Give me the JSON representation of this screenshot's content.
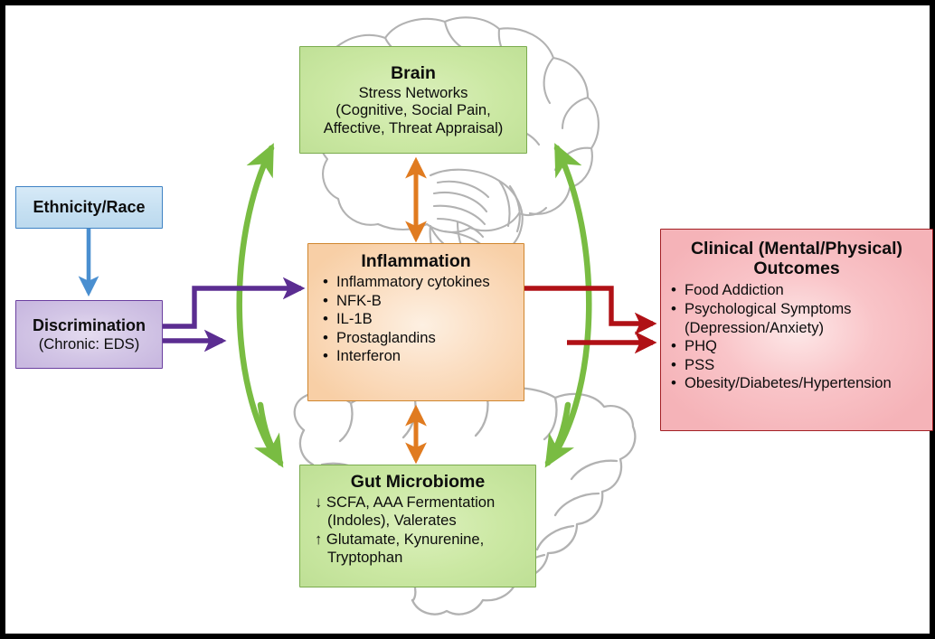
{
  "figure": {
    "kind": "conceptual-pathway-diagram",
    "border_color": "#000000",
    "background": "#ffffff"
  },
  "nodes": {
    "ethnicity": {
      "title": "Ethnicity/Race",
      "fill": "#c6e0f2",
      "border": "#3e82c4"
    },
    "discrimination": {
      "title": "Discrimination",
      "subtitle": "(Chronic: EDS)",
      "fill": "#d3c6e6",
      "border": "#6b3fa0"
    },
    "brain": {
      "title": "Brain",
      "line1": "Stress Networks",
      "line2": "(Cognitive, Social Pain,",
      "line3": "Affective, Threat Appraisal)",
      "fill": "#cbe8a3",
      "border": "#7aab4e"
    },
    "inflammation": {
      "title": "Inflammation",
      "items": [
        "Inflammatory cytokines",
        "NFK-B",
        "IL-1B",
        "Prostaglandins",
        "Interferon"
      ],
      "fill": "#fbdfc4",
      "border": "#d0862e"
    },
    "gut": {
      "title": "Gut Microbiome",
      "down_arrow": "↓",
      "up_arrow": "↑",
      "down_line1": "SCFA, AAA Fermentation",
      "down_line2": "(Indoles), Valerates",
      "up_line1": "Glutamate, Kynurenine,",
      "up_line2": "Tryptophan",
      "fill": "#cbe8a3",
      "border": "#7aab4e"
    },
    "clinical": {
      "title_line1": "Clinical (Mental/Physical)",
      "title_line2": "Outcomes",
      "items": [
        "Food Addiction",
        "Psychological Symptoms",
        "(Depression/Anxiety)",
        "PHQ",
        "PSS",
        "Obesity/Diabetes/Hypertension"
      ],
      "fill": "#f9c4c8",
      "border": "#a32025"
    }
  },
  "connectors": {
    "ethnicity_to_discrimination": {
      "color": "#4a8fd0",
      "style": "straight-down-arrow"
    },
    "discrimination_to_inflammation_upper": {
      "color": "#5b2d91",
      "style": "elbow-right-arrow"
    },
    "discrimination_to_inflammation_lower": {
      "color": "#5b2d91",
      "style": "straight-right-arrow"
    },
    "brain_inflammation": {
      "color": "#e07b20",
      "style": "double-headed-vertical"
    },
    "inflammation_gut": {
      "color": "#e07b20",
      "style": "double-headed-vertical"
    },
    "inflammation_to_clinical_upper": {
      "color": "#b01116",
      "style": "elbow-right-arrow"
    },
    "inflammation_to_clinical_lower": {
      "color": "#b01116",
      "style": "straight-right-arrow"
    },
    "gut_to_brain_left": {
      "color": "#79bc42",
      "style": "curved-up-arrow"
    },
    "gut_to_brain_right": {
      "color": "#79bc42",
      "style": "curved-up-arrow"
    },
    "brain_to_gut_left": {
      "color": "#79bc42",
      "style": "curved-down-arrow"
    },
    "brain_to_gut_right": {
      "color": "#79bc42",
      "style": "curved-down-arrow"
    }
  },
  "artwork": {
    "brain_outline": "brain-sagittal-line-art",
    "gut_outline": "large-intestine-line-art",
    "line_color": "#b0b0b0"
  }
}
